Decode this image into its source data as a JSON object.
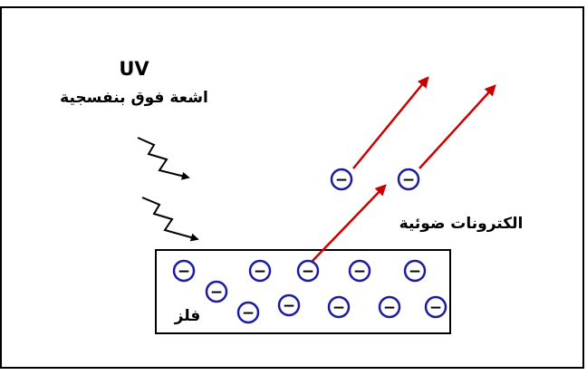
{
  "labels": {
    "uv": "UV",
    "uv_arabic": "اشعة فوق بنفسجية",
    "photoelectrons": "الكترونات ضوئية",
    "metal": "فلز"
  },
  "electron_symbol": "−",
  "colors": {
    "frame": "#000000",
    "electron_ring": "#1c1c9e",
    "arrow": "#cc0000",
    "uv_ray": "#000000"
  },
  "icons": {
    "uv_ray": "zigzag-arrow-icon",
    "electron": "electron-icon",
    "emission": "red-arrow-icon"
  }
}
